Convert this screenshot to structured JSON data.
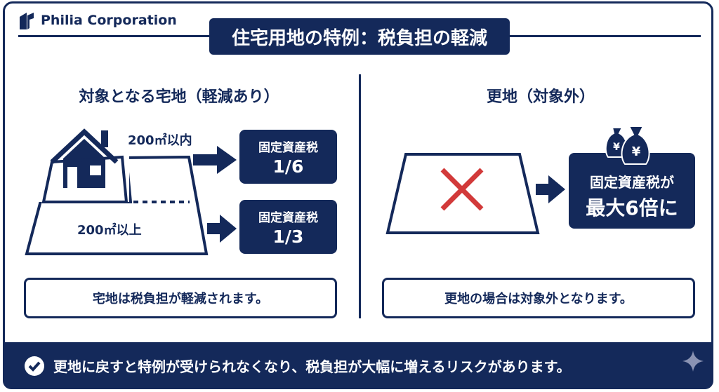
{
  "brand": {
    "name": "Philia Corporation",
    "icon": "building-logo-icon"
  },
  "title": "住宅用地の特例：税負担の軽減",
  "left": {
    "heading": "対象となる宅地（軽減あり）",
    "area_small_label": "200㎡以内",
    "area_large_label": "200㎡以上",
    "box_small": {
      "line1": "固定資産税",
      "line2": "1/6"
    },
    "box_large": {
      "line1": "固定資産税",
      "line2": "1/3"
    },
    "note": "宅地は税負担が軽減されます。"
  },
  "right": {
    "heading": "更地（対象外）",
    "box": {
      "line1": "固定資産税が",
      "line2": "最大6倍に"
    },
    "note": "更地の場合は対象外となります。"
  },
  "footer": {
    "text": "更地に戻すと特例が受けられなくなり、税負担が大幅に増えるリスクがあります。",
    "icon": "check-circle-icon"
  },
  "colors": {
    "navy": "#14295a",
    "red": "#d23a3a",
    "white": "#ffffff"
  }
}
